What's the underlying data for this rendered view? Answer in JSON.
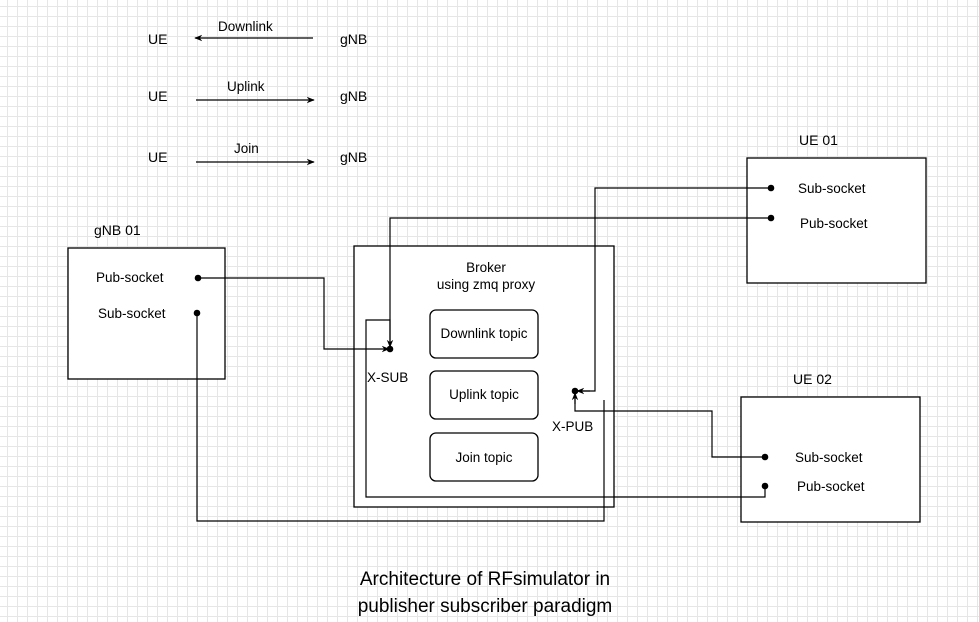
{
  "legend": [
    {
      "left": "UE",
      "right": "gNB",
      "label": "Downlink"
    },
    {
      "left": "UE",
      "right": "gNB",
      "label": "Uplink"
    },
    {
      "left": "UE",
      "right": "gNB",
      "label": "Join"
    }
  ],
  "gnb01": {
    "title": "gNB 01",
    "pub": "Pub-socket",
    "sub": "Sub-socket"
  },
  "ue01": {
    "title": "UE 01",
    "sub": "Sub-socket",
    "pub": "Pub-socket"
  },
  "ue02": {
    "title": "UE 02",
    "sub": "Sub-socket",
    "pub": "Pub-socket"
  },
  "broker": {
    "title_line1": "Broker",
    "title_line2": "using zmq proxy",
    "xsub": "X-SUB",
    "xpub": "X-PUB",
    "topics": [
      "Downlink topic",
      "Uplink topic",
      "Join topic"
    ]
  },
  "caption": {
    "line1": "Architecture of RFsimulator in",
    "line2": "publisher subscriber paradigm"
  }
}
